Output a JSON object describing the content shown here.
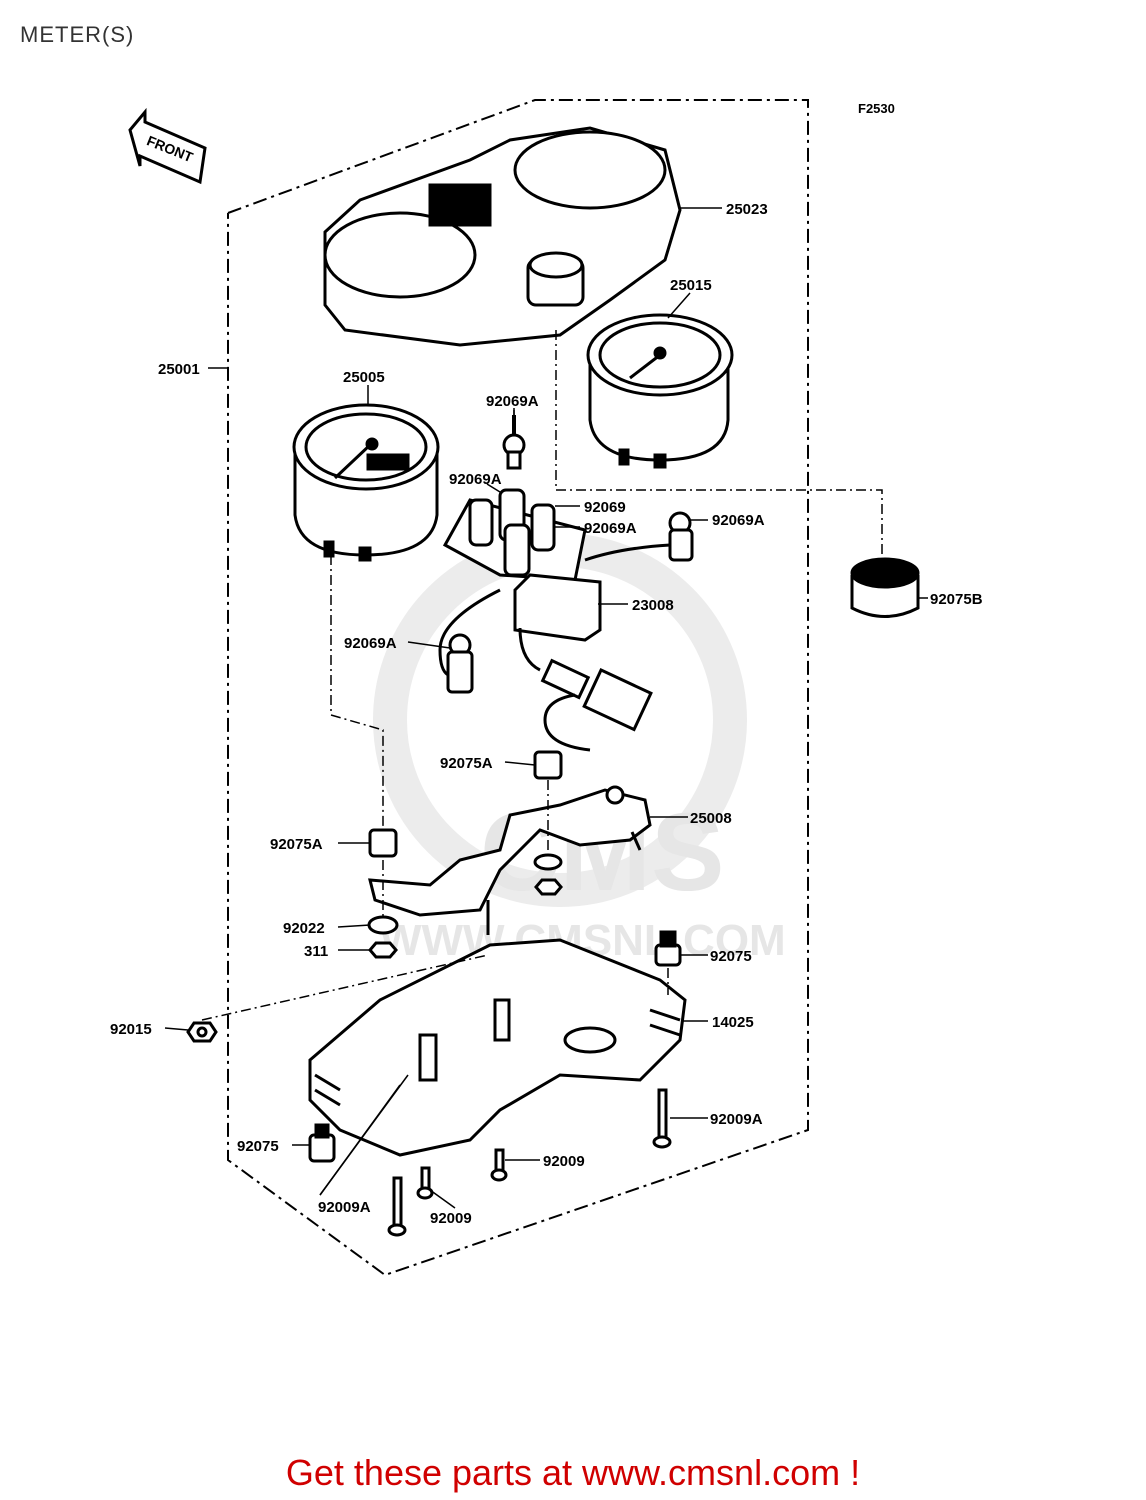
{
  "title": "METER(S)",
  "diagram_code": "F2530",
  "front_label": "FRONT",
  "watermark": {
    "logo": "CMS",
    "url": "WWW.CMSNL.COM"
  },
  "footer": "Get these parts at www.cmsnl.com !",
  "colors": {
    "footer_text": "#d00000",
    "line": "#000000",
    "watermark": "#e6e6e6"
  },
  "parts": [
    {
      "id": "p25023",
      "label": "25023"
    },
    {
      "id": "p25015",
      "label": "25015"
    },
    {
      "id": "p25001",
      "label": "25001"
    },
    {
      "id": "p25005",
      "label": "25005"
    },
    {
      "id": "p92069A_top",
      "label": "92069A"
    },
    {
      "id": "p92069A_mid",
      "label": "92069A"
    },
    {
      "id": "p92069",
      "label": "92069"
    },
    {
      "id": "p92069A_b",
      "label": "92069A"
    },
    {
      "id": "p92069A_right",
      "label": "92069A"
    },
    {
      "id": "p92075B",
      "label": "92075B"
    },
    {
      "id": "p23008",
      "label": "23008"
    },
    {
      "id": "p92069A_left",
      "label": "92069A"
    },
    {
      "id": "p92075A_top",
      "label": "92075A"
    },
    {
      "id": "p25008",
      "label": "25008"
    },
    {
      "id": "p92075A_left",
      "label": "92075A"
    },
    {
      "id": "p92022",
      "label": "92022"
    },
    {
      "id": "p311",
      "label": "311"
    },
    {
      "id": "p92075_right",
      "label": "92075"
    },
    {
      "id": "p92015",
      "label": "92015"
    },
    {
      "id": "p14025",
      "label": "14025"
    },
    {
      "id": "p92009A_right",
      "label": "92009A"
    },
    {
      "id": "p92075_left",
      "label": "92075"
    },
    {
      "id": "p92009_right",
      "label": "92009"
    },
    {
      "id": "p92009A_bottom",
      "label": "92009A"
    },
    {
      "id": "p92009_bottom",
      "label": "92009"
    }
  ]
}
